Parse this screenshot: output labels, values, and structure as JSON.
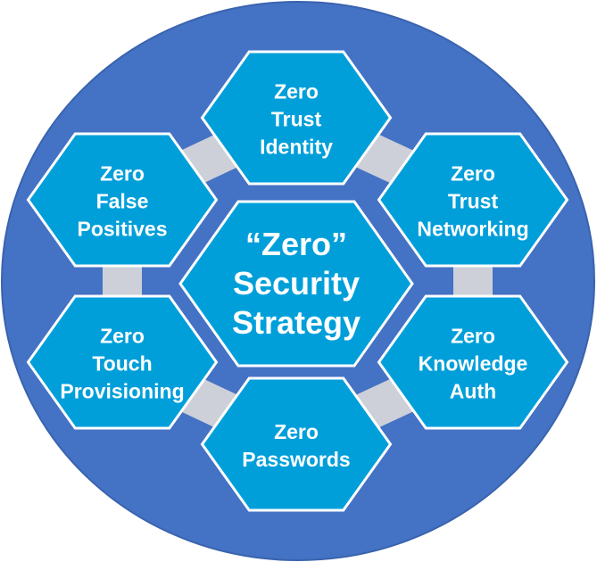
{
  "colors": {
    "circle": "#4472C4",
    "hex": "#009FDA",
    "connector": "#CDD0D8",
    "text": "#FFFFFF"
  },
  "center": {
    "lines": [
      "“Zero”",
      "Security",
      "Strategy"
    ]
  },
  "nodes": [
    {
      "lines": [
        "Zero",
        "Trust",
        "Identity"
      ]
    },
    {
      "lines": [
        "Zero",
        "Trust",
        "Networking"
      ]
    },
    {
      "lines": [
        "Zero",
        "Knowledge",
        "Auth"
      ]
    },
    {
      "lines": [
        "Zero",
        "Passwords"
      ]
    },
    {
      "lines": [
        "Zero",
        "Touch",
        "Provisioning"
      ]
    },
    {
      "lines": [
        "Zero",
        "False",
        "Positives"
      ]
    }
  ]
}
